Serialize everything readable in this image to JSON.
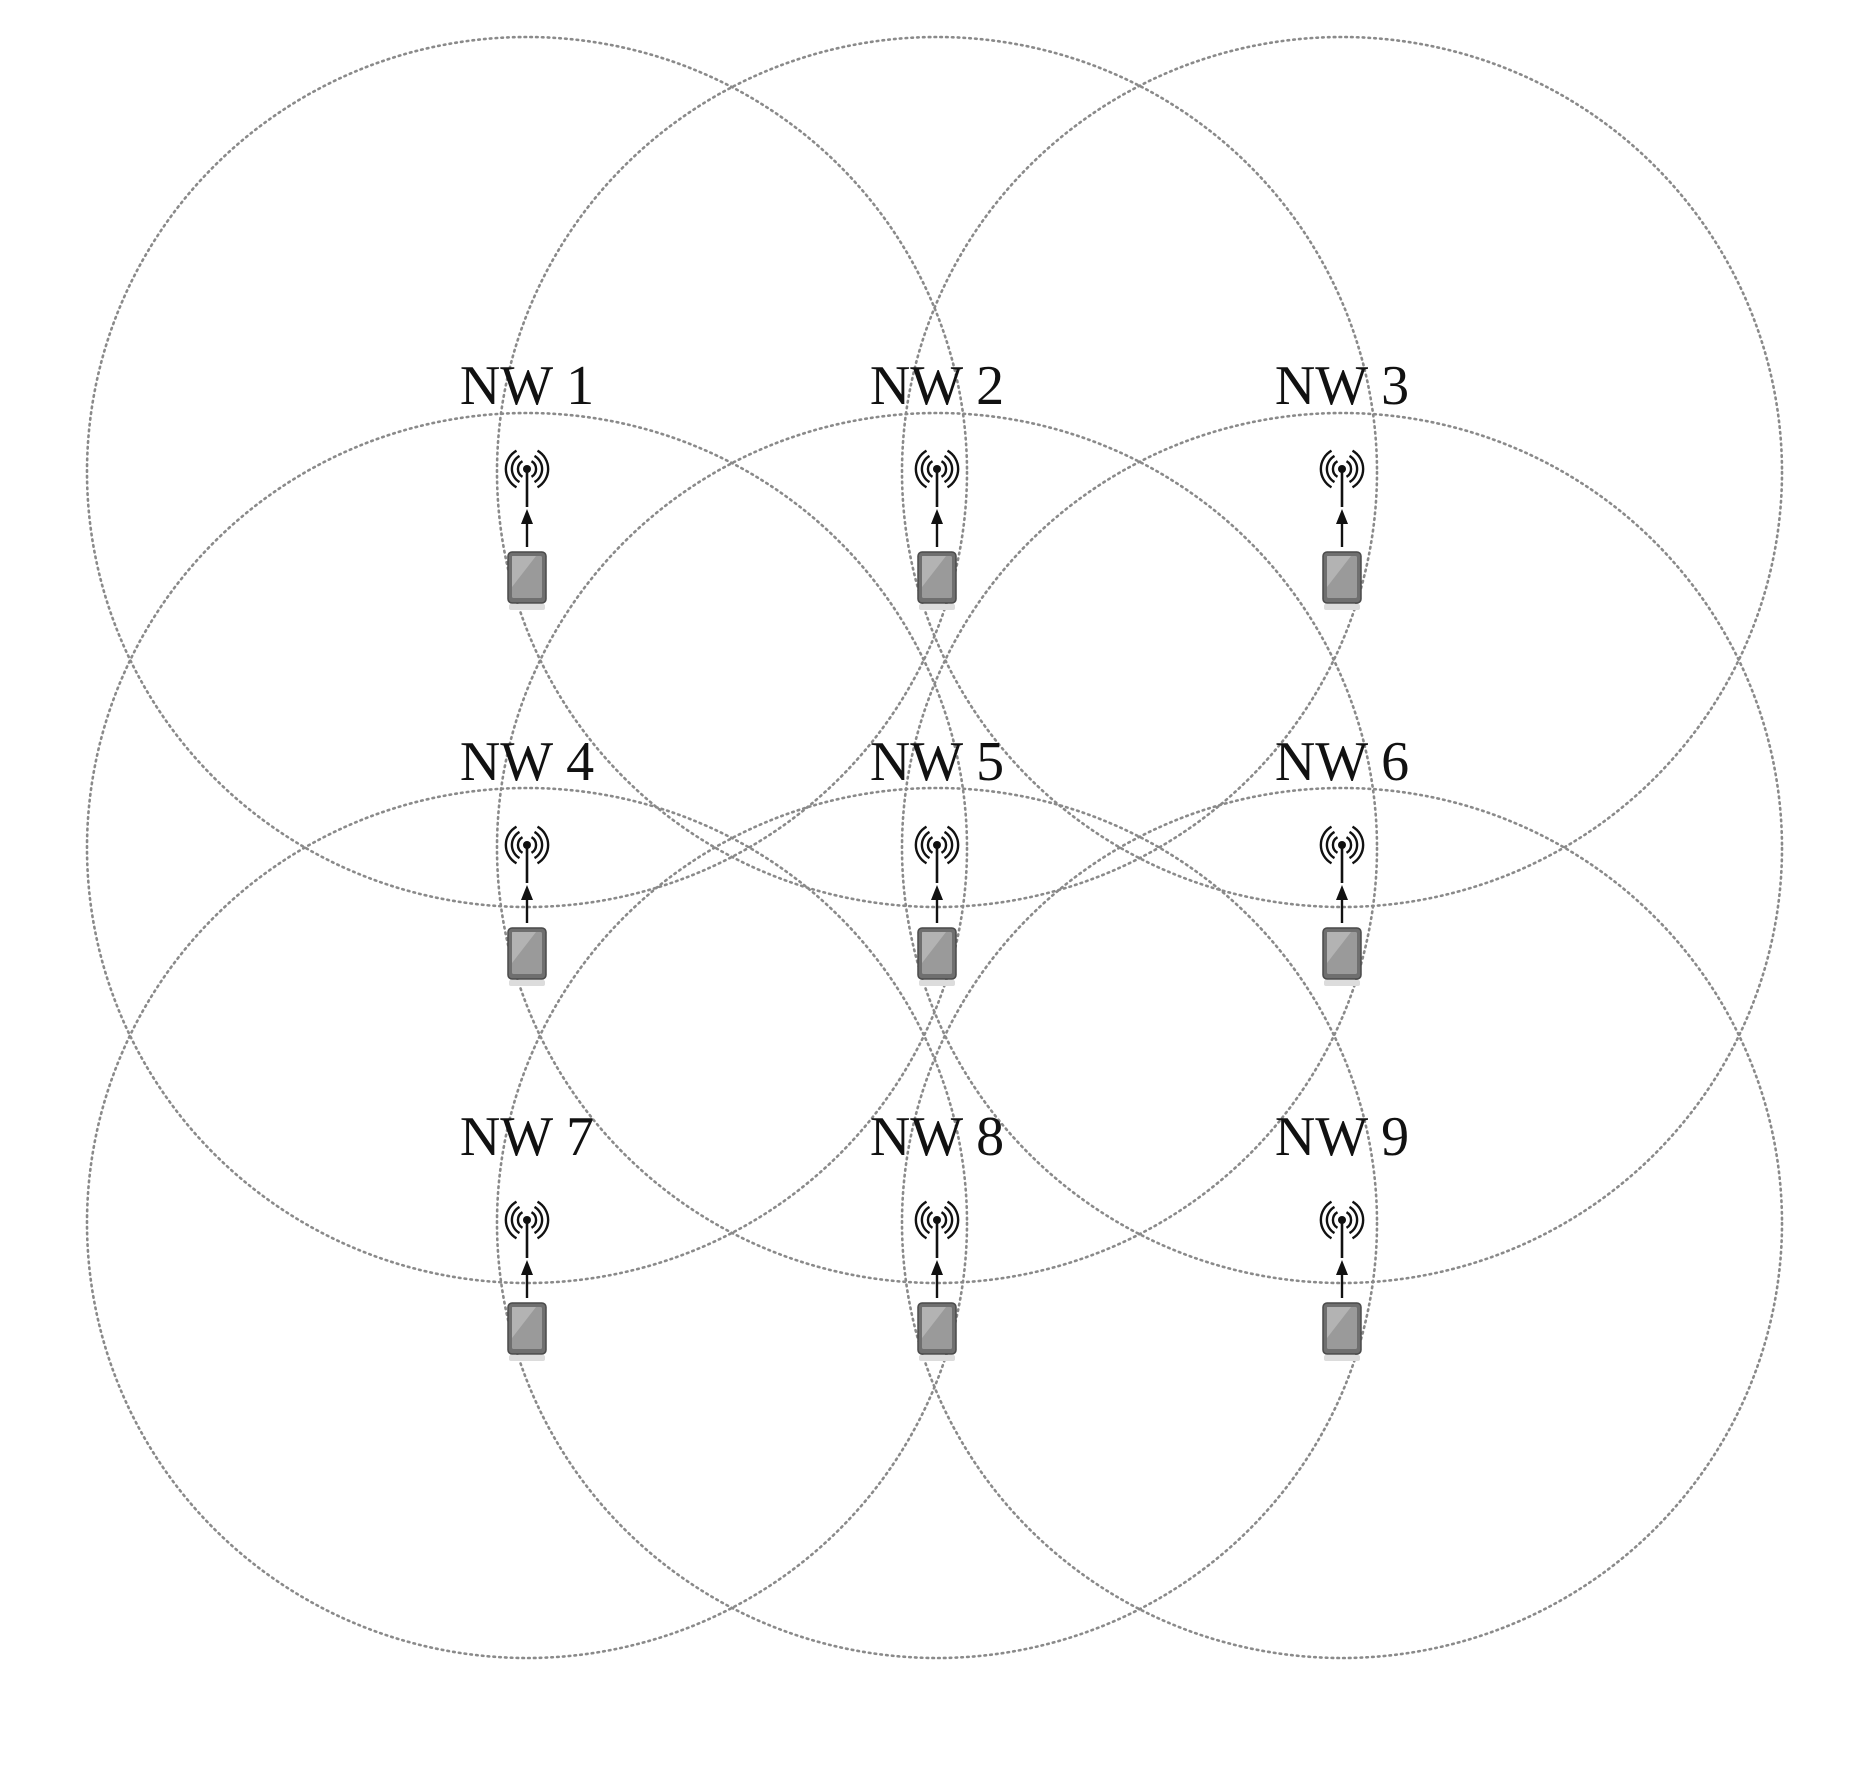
{
  "networks": [
    {
      "label": "NW 1"
    },
    {
      "label": "NW 2"
    },
    {
      "label": "NW 3"
    },
    {
      "label": "NW 4"
    },
    {
      "label": "NW 5"
    },
    {
      "label": "NW 6"
    },
    {
      "label": "NW 7"
    },
    {
      "label": "NW 8"
    },
    {
      "label": "NW 9"
    }
  ],
  "icons": {
    "antenna": "antenna-icon",
    "device": "tablet-device-icon",
    "link": "uplink-arrow-icon"
  },
  "colors": {
    "range_circle": "#8a8a8a",
    "text": "#111111",
    "device": "#6f6f6f"
  }
}
